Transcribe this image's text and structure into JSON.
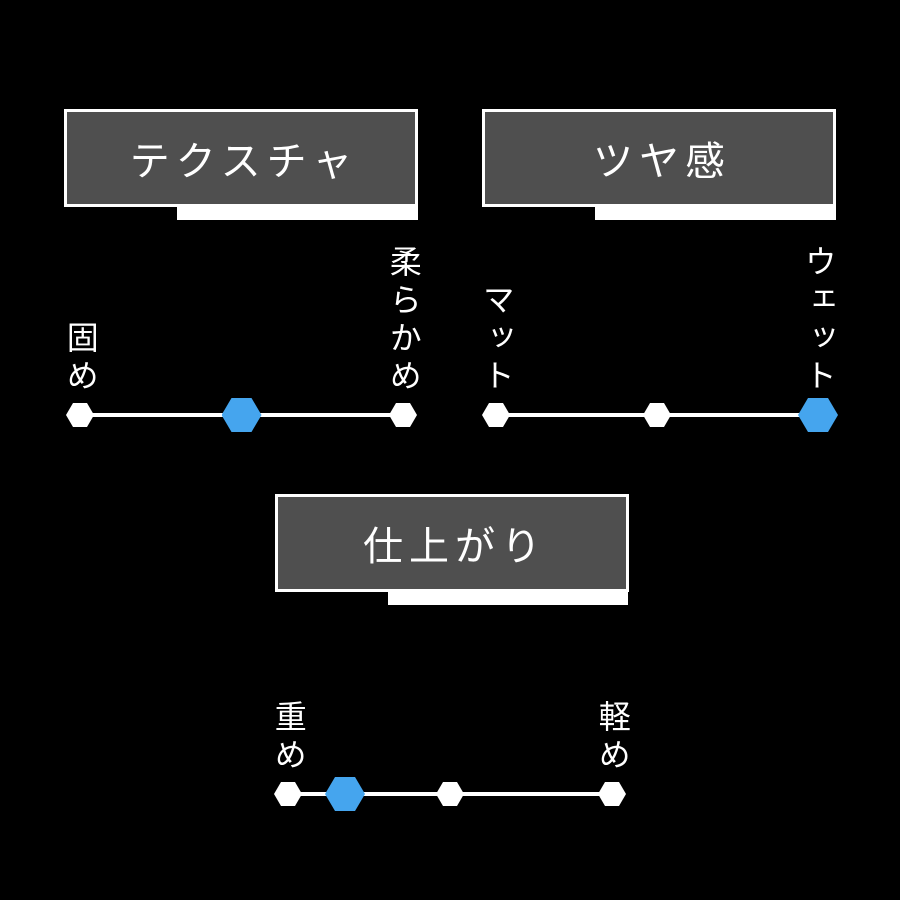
{
  "theme": {
    "background": "#000000",
    "box_fill": "#4f4f4f",
    "box_border": "#ffffff",
    "text_color": "#ffffff",
    "track_color": "#ffffff",
    "anchor_color": "#ffffff",
    "accent_blue": "#45a5ee"
  },
  "scales": [
    {
      "title": "テクスチャ",
      "left_label": "固め",
      "right_label": "柔らかめ",
      "value_percent": 50
    },
    {
      "title": "ツヤ感",
      "left_label": "マット",
      "right_label": "ウェット",
      "value_percent": 100
    },
    {
      "title": "仕上がり",
      "left_label": "重め",
      "right_label": "軽め",
      "value_percent": 17.6
    }
  ],
  "chart_data": {
    "type": "bar",
    "title": "",
    "note": "Product attribute infographic: three horizontal rating sliders with white hexagon anchors at 0/50/100% and a blue hexagon marker showing the rating (value = % from left end)",
    "categories": [
      "テクスチャ",
      "ツヤ感",
      "仕上がり"
    ],
    "values": [
      50,
      100,
      17.6
    ],
    "endpoint_labels": [
      {
        "scale": "テクスチャ",
        "left": "固め",
        "right": "柔らかめ"
      },
      {
        "scale": "ツヤ感",
        "left": "マット",
        "right": "ウェット"
      },
      {
        "scale": "仕上がり",
        "left": "重め",
        "right": "軽め"
      }
    ],
    "anchors_percent": [
      0,
      50,
      100
    ],
    "marker_color": "#45a5ee",
    "anchor_color": "#ffffff",
    "background": "#000000"
  }
}
